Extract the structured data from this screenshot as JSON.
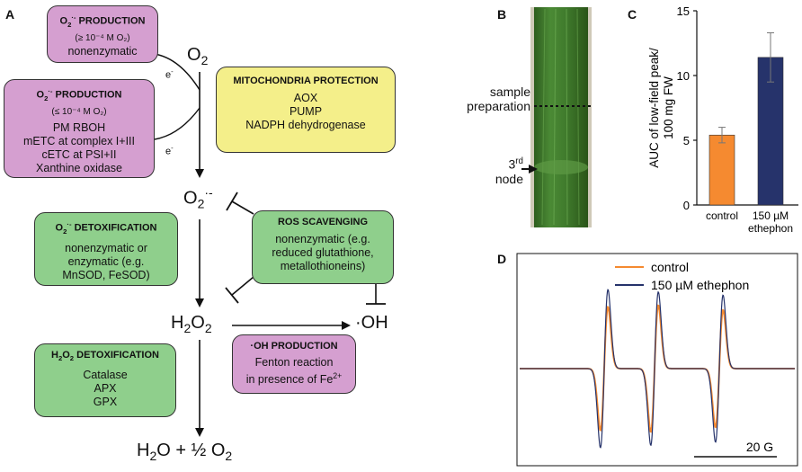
{
  "panels": {
    "a": "A",
    "b": "B",
    "c": "C",
    "d": "D"
  },
  "panel_a": {
    "o2": "O",
    "o2_sub": "2",
    "e1": "e",
    "e1_sup": "-",
    "e2": "e",
    "e2_sup": "-",
    "superoxide": "O",
    "superoxide_sub": "2",
    "superoxide_sup": "·-",
    "h2o2_h": "H",
    "h2o2_2a": "2",
    "h2o2_o": "O",
    "h2o2_2b": "2",
    "hydroxyl": "·OH",
    "water_h": "H",
    "water_sub": "2",
    "water_rest": "O + ½ O",
    "water_sub2": "2",
    "box1": {
      "title_a": "O",
      "title_sub": "2",
      "title_sup": "·-",
      "title_b": " PRODUCTION",
      "cond": "(≥ 10⁻⁴ M O₂)",
      "line1": "nonenzymatic"
    },
    "box2": {
      "title_a": "O",
      "title_sub": "2",
      "title_sup": "·-",
      "title_b": " PRODUCTION",
      "cond": "(≤ 10⁻⁴ M O₂)",
      "lines": [
        "PM RBOH",
        "mETC at complex I+III",
        "cETC at PSI+II",
        "Xanthine oxidase"
      ]
    },
    "box3": {
      "title": "MITOCHONDRIA PROTECTION",
      "lines": [
        "AOX",
        "PUMP",
        "NADPH dehydrogenase"
      ]
    },
    "box4": {
      "title_a": "O",
      "title_sub": "2",
      "title_sup": "·-",
      "title_b": " DETOXIFICATION",
      "lines": [
        "nonenzymatic or",
        "enzymatic (e.g.",
        "MnSOD, FeSOD)"
      ]
    },
    "box5": {
      "title": "ROS SCAVENGING",
      "lines": [
        "nonenzymatic (e.g.",
        "reduced glutathione,",
        "metallothioneins)"
      ]
    },
    "box6": {
      "title_a": "H",
      "title_sub1": "2",
      "title_b": "O",
      "title_sub2": "2",
      "title_c": " DETOXIFICATION",
      "lines": [
        "Catalase",
        "APX",
        "GPX"
      ]
    },
    "box7": {
      "title": "·OH PRODUCTION",
      "line1": "Fenton reaction",
      "line2": "in presence of Fe",
      "line2_sup": "2+"
    }
  },
  "panel_b": {
    "sample_label1": "sample",
    "sample_label2": "preparation",
    "node_label": "3",
    "node_sup": "rd",
    "node_label2": "node",
    "stem_color": "#3f7a2c"
  },
  "chart_data": [
    {
      "type": "bar",
      "categories": [
        "control",
        "150 µM ethephon"
      ],
      "category_lines": [
        [
          "control"
        ],
        [
          "150 µM",
          "ethephon"
        ]
      ],
      "values": [
        5.4,
        11.4
      ],
      "errors": [
        0.6,
        1.9
      ],
      "colors": [
        "#f58a30",
        "#26336b"
      ],
      "ylabel": "AUC of low-field peak/ 100 mg FW",
      "ylabel_lines": [
        "AUC of low-field peak/",
        "100 mg FW"
      ],
      "ylim": [
        0,
        15
      ],
      "yticks": [
        0,
        5,
        10,
        15
      ]
    },
    {
      "type": "line",
      "legend": [
        "control",
        "150 µM ethephon"
      ],
      "colors": [
        "#f58a30",
        "#26336b"
      ],
      "peaks": [
        {
          "center": 0,
          "amp_control": 0.78,
          "amp_ethephon": 1.0
        },
        {
          "center": 1,
          "amp_control": 0.8,
          "amp_ethephon": 0.97
        },
        {
          "center": 2,
          "amp_control": 0.74,
          "amp_ethephon": 0.93
        }
      ],
      "scalebar": "20 G"
    }
  ]
}
